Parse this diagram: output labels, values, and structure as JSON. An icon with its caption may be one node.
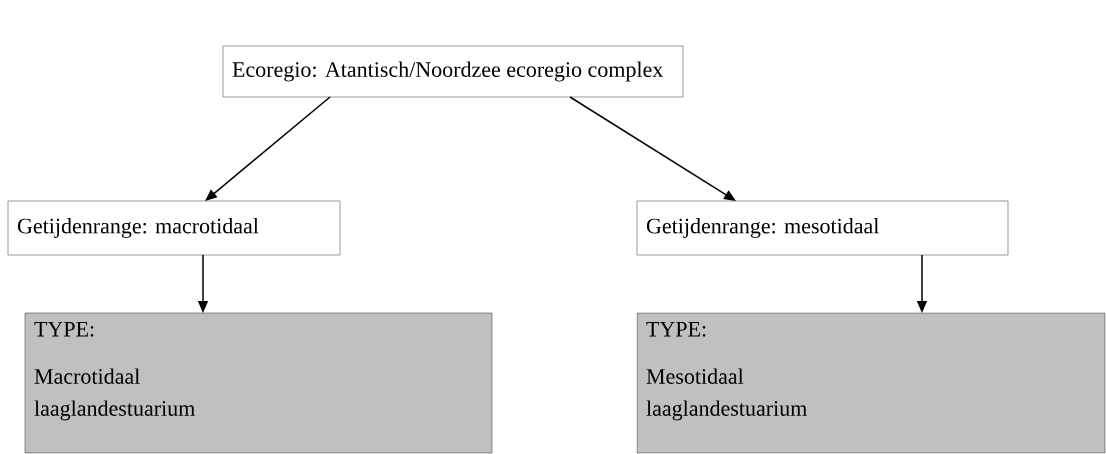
{
  "diagram": {
    "nodes": [
      {
        "text": [
          "Ecoregio: Atantisch/Noordzee ecoregio complex"
        ]
      },
      {
        "text": [
          "Getijdenrange:  macrotidaal"
        ]
      },
      {
        "text": [
          "Getijdenrange: mesotidaal"
        ]
      },
      {
        "text": [
          "TYPE:",
          "Macrotidaal laaglandestuarium"
        ]
      },
      {
        "text": [
          "TYPE:",
          "Mesotidaal laaglandestuarium"
        ]
      }
    ],
    "edges": [
      {
        "from": 0,
        "to": 1,
        "arrow": "to"
      },
      {
        "from": 0,
        "to": 2,
        "arrow": "to"
      },
      {
        "from": 1,
        "to": 3,
        "arrow": "to"
      },
      {
        "from": 2,
        "to": 4,
        "arrow": "to"
      }
    ]
  }
}
